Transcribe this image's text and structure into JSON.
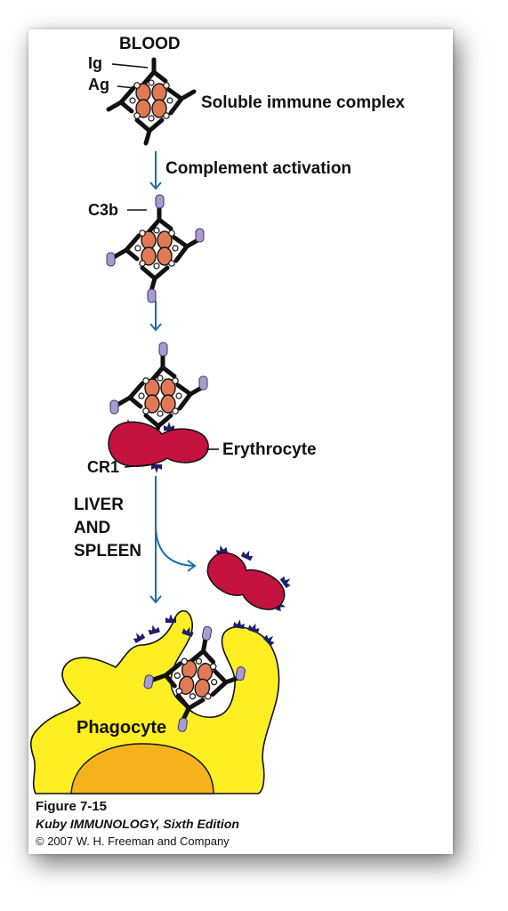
{
  "labels": {
    "blood": "BLOOD",
    "ig": "Ig",
    "ag": "Ag",
    "soluble_complex": "Soluble immune complex",
    "complement_activation": "Complement activation",
    "c3b": "C3b",
    "erythrocyte": "Erythrocyte",
    "cr1": "CR1",
    "liver": "LIVER",
    "and": "AND",
    "spleen": "SPLEEN",
    "phagocyte": "Phagocyte"
  },
  "caption": {
    "figure": "Figure 7-15",
    "book": "Kuby IMMUNOLOGY, Sixth Edition",
    "copyright": "© 2007 W. H. Freeman and Company"
  },
  "colors": {
    "antigen": "#e07a55",
    "antibody": "#111111",
    "c3b": "#a79ccd",
    "cr1": "#1d1f6b",
    "erythrocyte": "#c4123f",
    "phagocyte": "#ffee22",
    "nucleus": "#f5b21c",
    "arrow": "#1a6ea8"
  }
}
